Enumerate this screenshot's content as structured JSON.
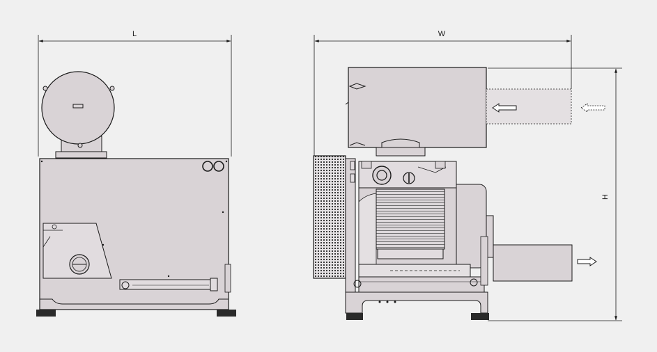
{
  "labels": {
    "length": "L",
    "width": "W",
    "height": "H"
  },
  "colors": {
    "background": "#f0f0f0",
    "body_fill": "#d9d3d6",
    "body_light": "#e4e0e2",
    "line": "#1a1a1a",
    "feet": "#2a2a2a"
  },
  "icons": {
    "air_inlet": "arrow-left-icon",
    "air_outlet": "arrow-right-icon"
  }
}
